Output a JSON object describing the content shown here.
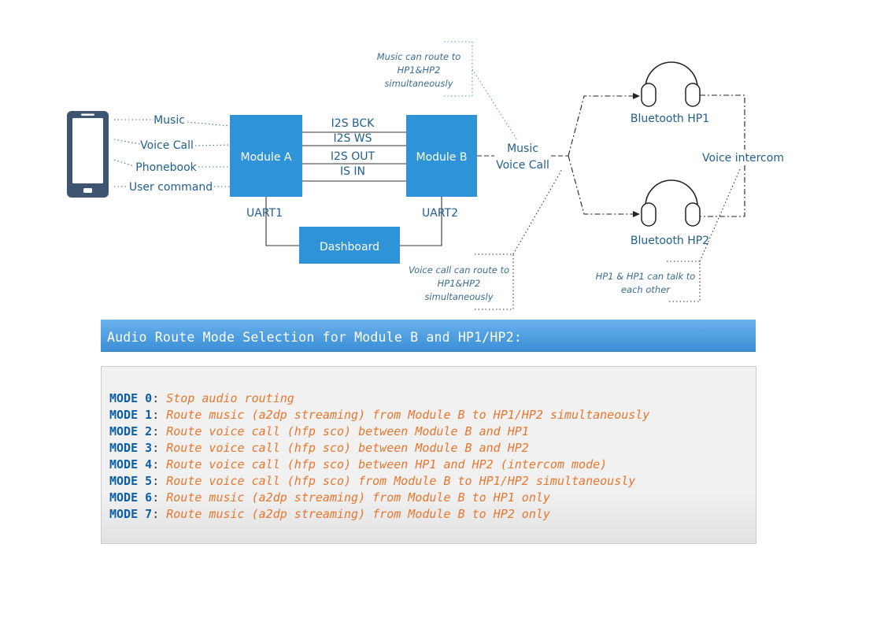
{
  "diagram": {
    "phone_links": [
      "Music",
      "Voice Call",
      "Phonebook",
      "User command"
    ],
    "module_a": "Module A",
    "module_b": "Module B",
    "i2s_lines": [
      "I2S BCK",
      "I2S WS",
      "I2S OUT",
      "IS IN"
    ],
    "uart1": "UART1",
    "uart2": "UART2",
    "dashboard": "Dashboard",
    "module_b_outputs": [
      "Music",
      "Voice Call"
    ],
    "headphone1": "Bluetooth HP1",
    "headphone2": "Bluetooth HP2",
    "voice_intercom": "Voice intercom",
    "note_music": [
      "Music can route to",
      "HP1&HP2",
      "simultaneously"
    ],
    "note_voice": [
      "Voice call can route to",
      "HP1&HP2",
      "simultaneously"
    ],
    "note_intercom": [
      "HP1 & HP1 can talk to",
      "each other"
    ],
    "colors": {
      "box": "#2f93d8",
      "label": "#1f5f8f",
      "phone": "#3d5570",
      "dotted": "#4aa0b8"
    }
  },
  "mode_section": {
    "title": "Audio Route Mode Selection for Module B and HP1/HP2:",
    "modes": [
      {
        "key": "MODE 0",
        "desc": "Stop audio routing"
      },
      {
        "key": "MODE 1",
        "desc": "Route music (a2dp streaming) from Module B to HP1/HP2 simultaneously"
      },
      {
        "key": "MODE 2",
        "desc": "Route voice call (hfp sco) between Module B and HP1"
      },
      {
        "key": "MODE 3",
        "desc": "Route voice call (hfp sco) between Module B and HP2"
      },
      {
        "key": "MODE 4",
        "desc": "Route voice call (hfp sco) between HP1 and HP2 (intercom mode)"
      },
      {
        "key": "MODE 5",
        "desc": "Route voice call (hfp sco) from Module B to HP1/HP2 simultaneously"
      },
      {
        "key": "MODE 6",
        "desc": "Route music (a2dp streaming) from Module B to HP1 only"
      },
      {
        "key": "MODE 7",
        "desc": "Route music (a2dp streaming) from Module B to HP2 only"
      }
    ]
  }
}
